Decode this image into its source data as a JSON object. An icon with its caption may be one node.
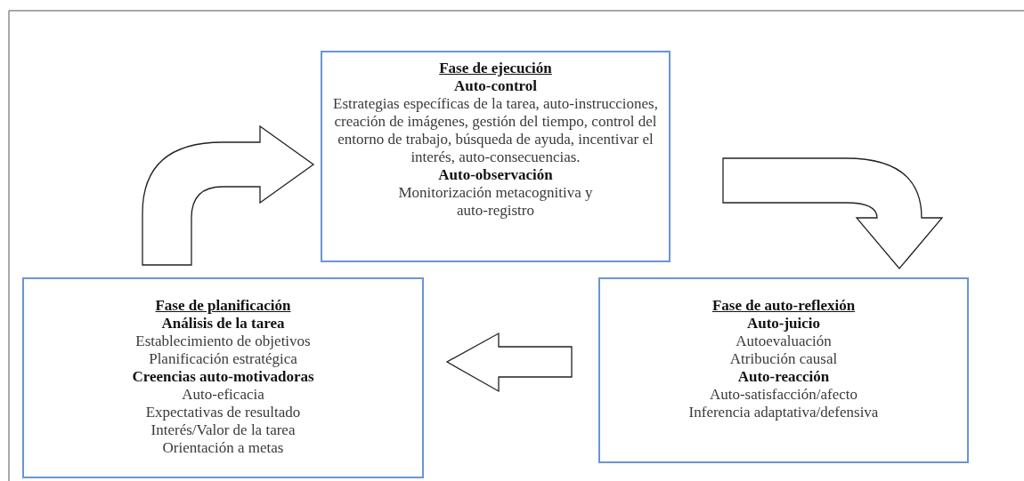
{
  "diagram": {
    "nodes": [
      {
        "text": [
          "Fase de ejecución",
          "Auto-control",
          "Estrategias específicas de la tarea, auto-instrucciones, creación de imágenes, gestión del tiempo, control del entorno de trabajo, búsqueda de ayuda, incentivar el interés, auto-consecuencias.",
          "Auto-observación",
          "Monitorización metacognitiva y auto-registro"
        ]
      },
      {
        "text": [
          "Fase de planificación",
          "Análisis de la tarea",
          "Establecimiento de objetivos",
          "Planificación estratégica",
          "Creencias auto-motivadoras",
          "Auto-eficacia",
          "Expectativas de resultado",
          "Interés/Valor de la tarea",
          "Orientación a metas"
        ]
      },
      {
        "text": [
          "Fase de auto-reflexión",
          "Auto-juicio",
          "Autoevaluación",
          "Atribución causal",
          "Auto-reacción",
          "Auto-satisfacción/afecto",
          "Inferencia adaptativa/defensiva"
        ]
      }
    ],
    "edges": [
      {
        "from": 1,
        "to": 0,
        "arrow": "to"
      },
      {
        "from": 0,
        "to": 2,
        "arrow": "to"
      },
      {
        "from": 2,
        "to": 1,
        "arrow": "to"
      }
    ]
  }
}
